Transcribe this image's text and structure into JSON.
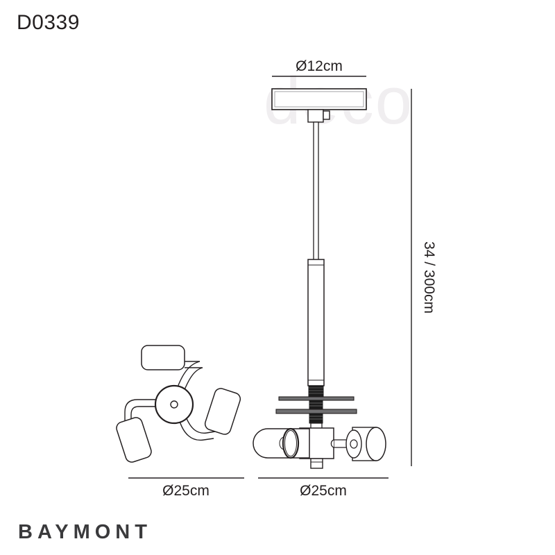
{
  "page": {
    "product_code": "D0339",
    "brand": "BAYMONT",
    "background_color": "#ffffff",
    "line_color": "#231f20",
    "watermark_text": "deco",
    "watermark_color": "#f0eef0"
  },
  "dimensions": {
    "ceiling_plate_diameter": "Ø12cm",
    "drop_height": "34 / 300cm",
    "plan_view_diameter": "Ø25cm",
    "front_view_diameter": "Ø25cm"
  },
  "views": {
    "plan": {
      "label": "plan-view",
      "arm_count": 3,
      "diameter_label": "Ø25cm"
    },
    "front": {
      "label": "front-elevation",
      "diameter_label": "Ø25cm",
      "height_label": "34 / 300cm",
      "plate_label": "Ø12cm"
    }
  }
}
